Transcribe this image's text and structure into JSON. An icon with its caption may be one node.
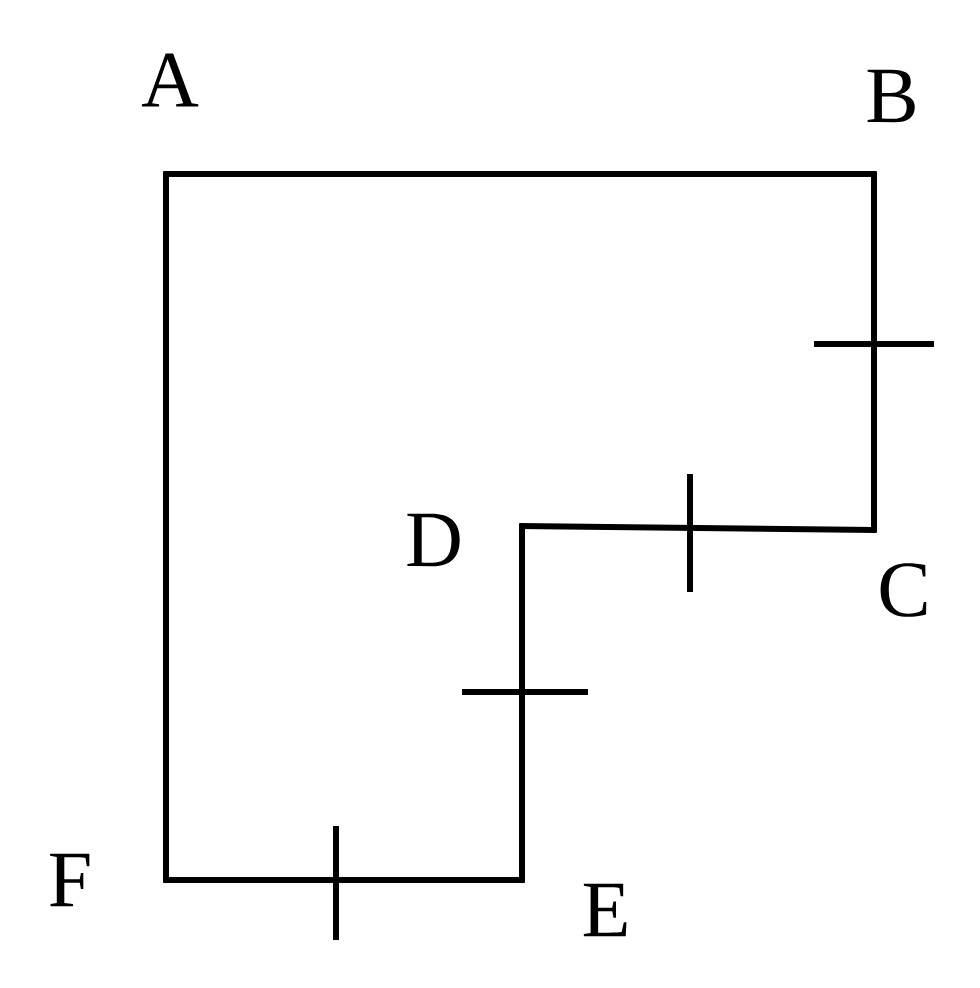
{
  "diagram": {
    "nodes": [
      {
        "text": [
          "A"
        ]
      },
      {
        "text": [
          "B"
        ]
      },
      {
        "text": [
          "C"
        ]
      },
      {
        "text": [
          "D"
        ]
      },
      {
        "text": [
          "E"
        ]
      },
      {
        "text": [
          "F"
        ]
      }
    ],
    "edges": [
      {
        "from": 0,
        "to": 1,
        "arrow": "none"
      },
      {
        "from": 1,
        "to": 2,
        "arrow": "none"
      },
      {
        "from": 2,
        "to": 3,
        "arrow": "none"
      },
      {
        "from": 3,
        "to": 4,
        "arrow": "none"
      },
      {
        "from": 4,
        "to": 5,
        "arrow": "none"
      },
      {
        "from": 5,
        "to": 0,
        "arrow": "none"
      }
    ]
  }
}
